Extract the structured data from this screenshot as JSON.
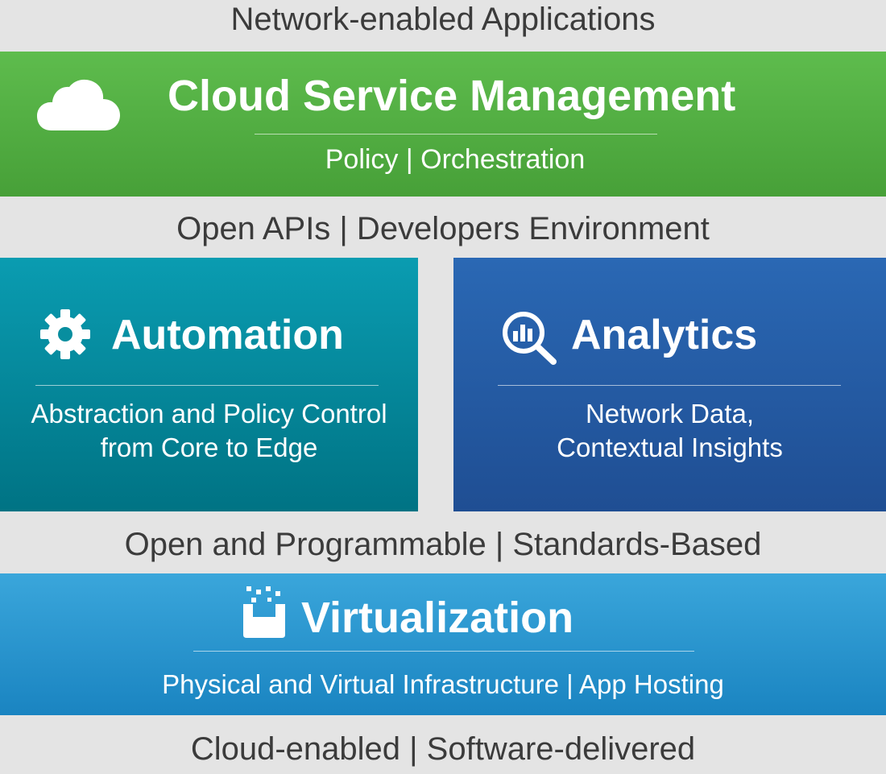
{
  "labels": {
    "top": "Network-enabled Applications",
    "apis": "Open APIs | Developers Environment",
    "standards": "Open and Programmable | Standards-Based",
    "bottom": "Cloud-enabled | Software-delivered"
  },
  "cloud_service": {
    "title": "Cloud Service Management",
    "subtitle": "Policy | Orchestration",
    "icon": "cloud-icon",
    "color": "#56b347"
  },
  "automation": {
    "title": "Automation",
    "line1": "Abstraction and Policy Control",
    "line2": "from Core to Edge",
    "icon": "gear-icon",
    "color": "#078b9e"
  },
  "analytics": {
    "title": "Analytics",
    "line1": "Network Data,",
    "line2": "Contextual Insights",
    "icon": "magnifier-chart-icon",
    "color": "#255ca5"
  },
  "virtualization": {
    "title": "Virtualization",
    "subtitle": "Physical and Virtual Infrastructure | App Hosting",
    "icon": "virtualization-icon",
    "color": "#2b98d0"
  },
  "colors": {
    "background": "#e4e4e4",
    "label_text": "#3b3b3b"
  }
}
